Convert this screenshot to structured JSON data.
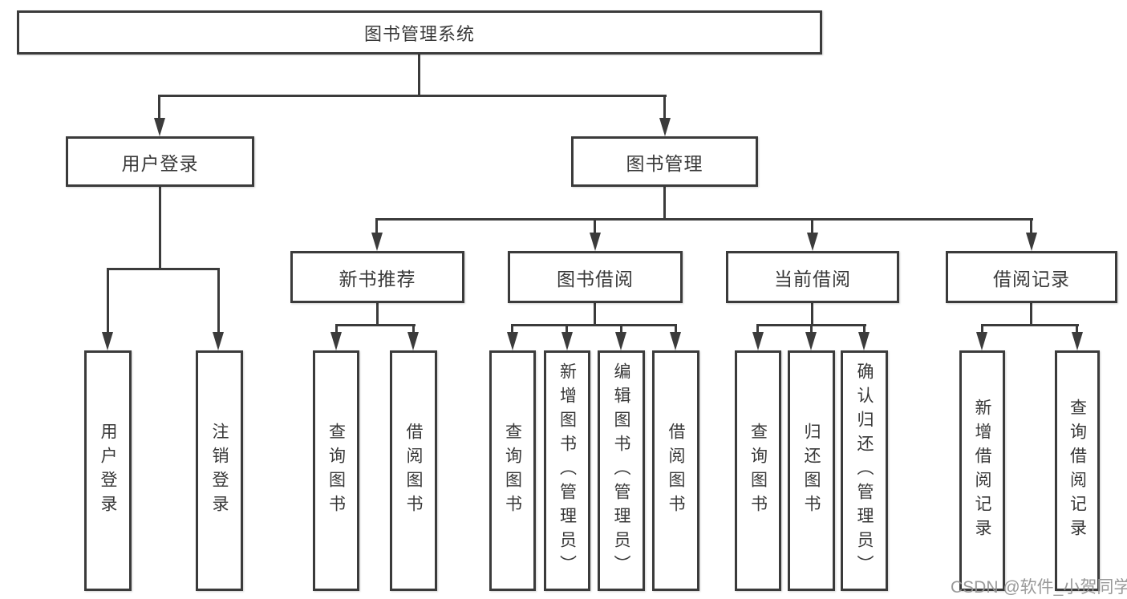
{
  "tree": {
    "root": "图书管理系统",
    "children": [
      {
        "label": "用户登录",
        "leaves": [
          "用户登录",
          "注销登录"
        ]
      },
      {
        "label": "图书管理",
        "children": [
          {
            "label": "新书推荐",
            "leaves": [
              "查询图书",
              "借阅图书"
            ]
          },
          {
            "label": "图书借阅",
            "leaves": [
              "查询图书",
              "新增图书（管理员）",
              "编辑图书（管理员）",
              "借阅图书"
            ]
          },
          {
            "label": "当前借阅",
            "leaves": [
              "查询图书",
              "归还图书",
              "确认归还（管理员）"
            ]
          },
          {
            "label": "借阅记录",
            "leaves": [
              "新增借阅记录",
              "查询借阅记录"
            ]
          }
        ]
      }
    ]
  },
  "watermark": {
    "text": "CSDN @软件_小贺同学"
  },
  "colors": {
    "line": "#3b3b3b",
    "box_border": "#3b3b3b",
    "box_fill": "#ffffff",
    "text": "#383838",
    "watermark_text": "#949494",
    "background": "#ffffff"
  }
}
